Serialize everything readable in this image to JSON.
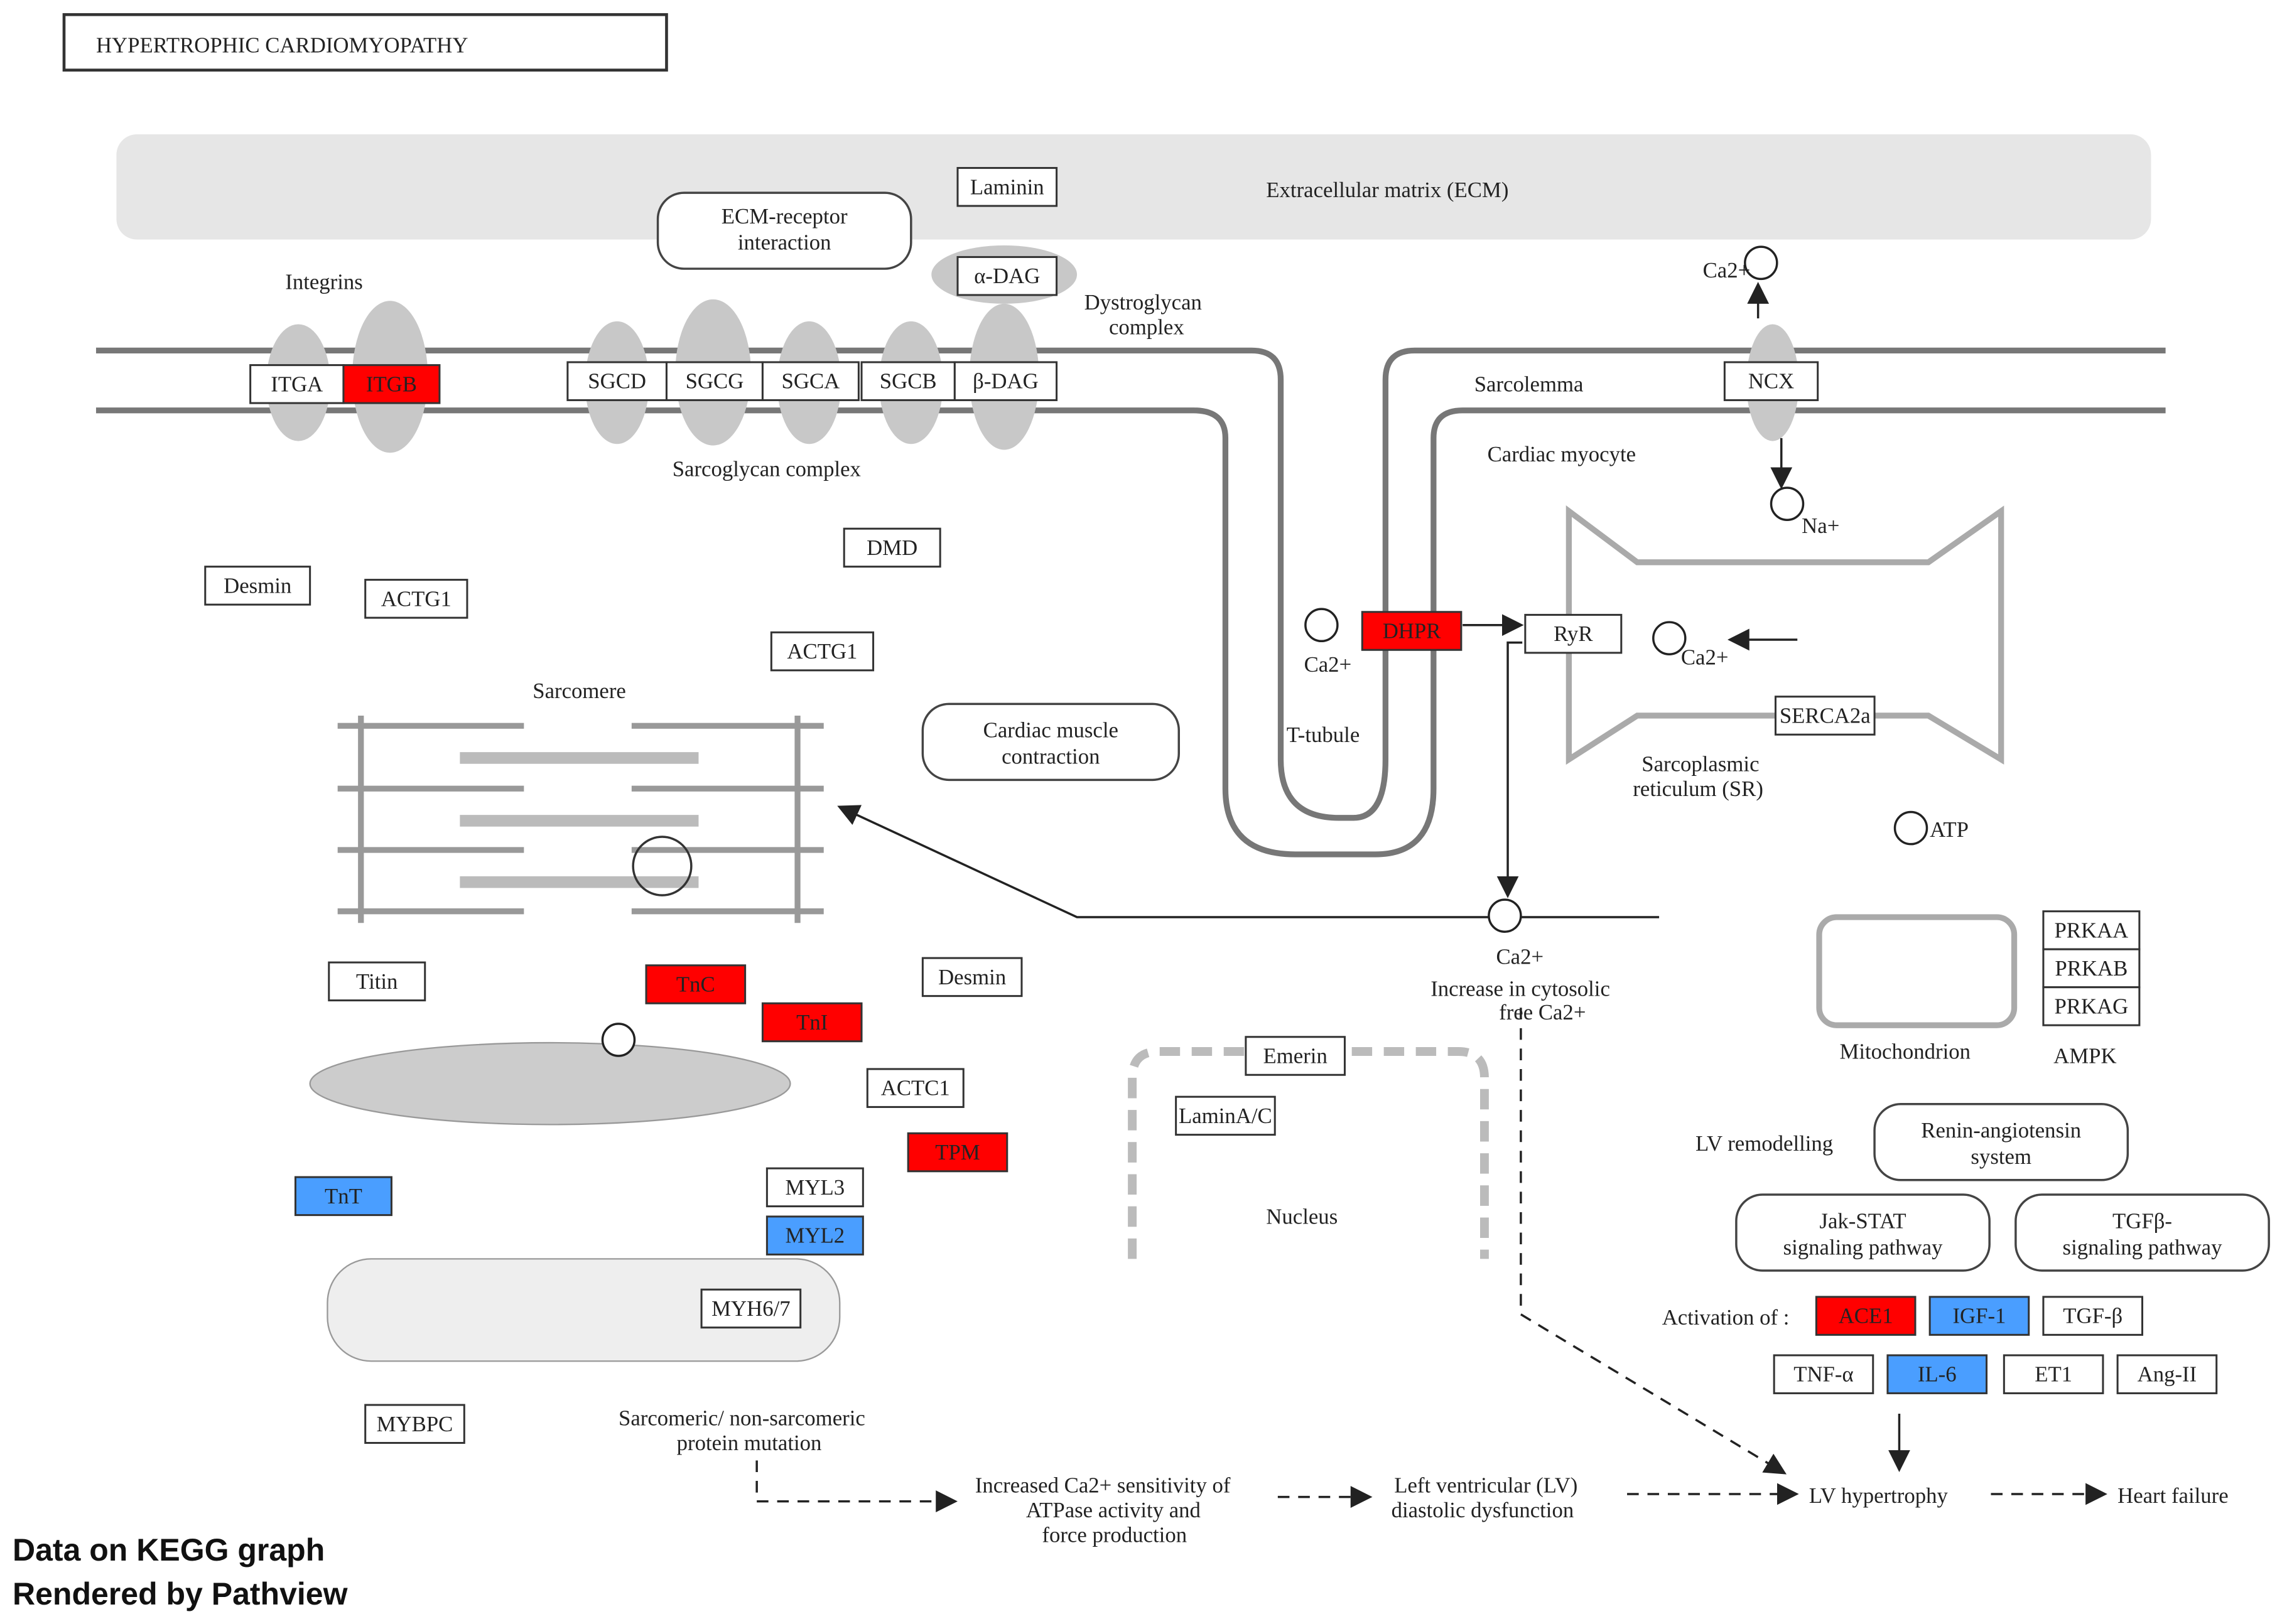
{
  "title": "HYPERTROPHIC CARDIOMYOPATHY",
  "colors": {
    "up": "#ff0000",
    "down": "#4a9eff",
    "none": "#ffffff",
    "compartment": "#e6e6e6",
    "protein": "#c8c8c8"
  },
  "labels": {
    "ecm": "Extracellular matrix (ECM)",
    "integrins": "Integrins",
    "dystroglycan": [
      "Dystroglycan",
      "complex"
    ],
    "sarcoglycan": "Sarcoglycan complex",
    "sarcolemma": "Sarcolemma",
    "cardiac_myocyte": "Cardiac myocyte",
    "sarcomere": "Sarcomere",
    "t_tubule": "T-tubule",
    "sr": [
      "Sarcoplasmic",
      "reticulum (SR)"
    ],
    "cytosolic": [
      "Increase in cytosolic",
      "free Ca2+"
    ],
    "mitochondrion": "Mitochondrion",
    "ampk": "AMPK",
    "nucleus": "Nucleus",
    "lv_remodelling": "LV remodelling",
    "activation_of": "Activation of :",
    "mutation": [
      "Sarcomeric/ non-sarcomeric",
      "protein mutation"
    ],
    "sensitivity": [
      "Increased Ca2+ sensitivity of",
      "ATPase activity and",
      "force production"
    ],
    "lv_dysfunction": [
      "Left ventricular (LV)",
      "diastolic dysfunction"
    ],
    "lv_hypertrophy": "LV hypertrophy",
    "heart_failure": "Heart failure",
    "atp": "ATP"
  },
  "pathways": [
    {
      "name": "ecm-receptor",
      "lines": [
        "ECM-receptor",
        "interaction"
      ]
    },
    {
      "name": "cardiac-muscle",
      "lines": [
        "Cardiac muscle",
        "contraction"
      ]
    },
    {
      "name": "renin",
      "lines": [
        "Renin-angiotensin",
        "system"
      ]
    },
    {
      "name": "jak-stat",
      "lines": [
        "Jak-STAT",
        "signaling pathway"
      ]
    },
    {
      "name": "tgfb",
      "lines": [
        "TGFβ-",
        "signaling pathway"
      ]
    }
  ],
  "genes": [
    {
      "label": "ITGA",
      "status": "none"
    },
    {
      "label": "ITGB",
      "status": "up"
    },
    {
      "label": "SGCD",
      "status": "none"
    },
    {
      "label": "SGCG",
      "status": "none"
    },
    {
      "label": "SGCA",
      "status": "none"
    },
    {
      "label": "SGCB",
      "status": "none"
    },
    {
      "label": "β-DAG",
      "status": "none"
    },
    {
      "label": "Laminin",
      "status": "none"
    },
    {
      "label": "α-DAG",
      "status": "none"
    },
    {
      "label": "DMD",
      "status": "none"
    },
    {
      "label": "Desmin",
      "status": "none"
    },
    {
      "label": "ACTG1",
      "status": "none"
    },
    {
      "label": "ACTG1",
      "status": "none"
    },
    {
      "label": "NCX",
      "status": "none"
    },
    {
      "label": "DHPR",
      "status": "up"
    },
    {
      "label": "RyR",
      "status": "none"
    },
    {
      "label": "SERCA2a",
      "status": "none"
    },
    {
      "label": "Titin",
      "status": "none"
    },
    {
      "label": "TnC",
      "status": "up"
    },
    {
      "label": "TnI",
      "status": "up"
    },
    {
      "label": "ACTC1",
      "status": "none"
    },
    {
      "label": "TPM",
      "status": "up"
    },
    {
      "label": "TnT",
      "status": "down"
    },
    {
      "label": "MYL3",
      "status": "none"
    },
    {
      "label": "MYL2",
      "status": "down"
    },
    {
      "label": "MYH6/7",
      "status": "none"
    },
    {
      "label": "MYBPC",
      "status": "none"
    },
    {
      "label": "Desmin",
      "status": "none"
    },
    {
      "label": "Emerin",
      "status": "none"
    },
    {
      "label": "LaminA/C",
      "status": "none"
    },
    {
      "label": "PRKAA",
      "status": "none"
    },
    {
      "label": "PRKAB",
      "status": "none"
    },
    {
      "label": "PRKAG",
      "status": "none"
    },
    {
      "label": "ACE1",
      "status": "up"
    },
    {
      "label": "IGF-1",
      "status": "down"
    },
    {
      "label": "TGF-β",
      "status": "none"
    },
    {
      "label": "TNF-α",
      "status": "none"
    },
    {
      "label": "IL-6",
      "status": "down"
    },
    {
      "label": "ET1",
      "status": "none"
    },
    {
      "label": "Ang-II",
      "status": "none"
    }
  ],
  "ions": {
    "ca": "Ca2+",
    "na": "Na+"
  },
  "footer": [
    "Data on KEGG graph",
    "Rendered by Pathview"
  ]
}
